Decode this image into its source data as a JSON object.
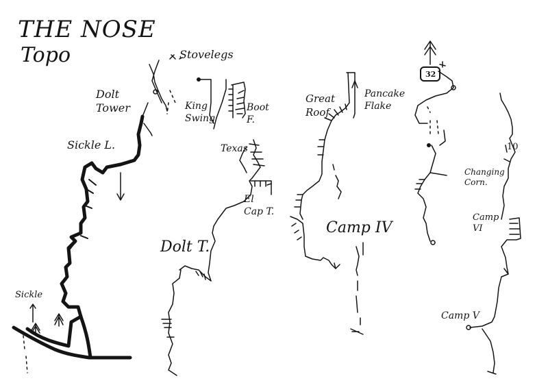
{
  "title": {
    "line1": "THE NOSE",
    "line2": "Topo"
  },
  "labels": {
    "stovelegs": "Stovelegs",
    "dolt_tower": "Dolt Tower",
    "king_swing": "King Swing",
    "boot_flake": "Boot F.",
    "great_roof": "Great Roof",
    "pancake_flake": "Pancake Flake",
    "sickle_ledge": "Sickle L.",
    "texas": "Texas",
    "el_cap_tower": "El Cap T.",
    "camp_iv": "Camp IV",
    "dolt_t": "Dolt T.",
    "changing_corners": "Changing Corn.",
    "camp_vi": "Camp VI",
    "sickle": "Sickle",
    "camp_v": "Camp V",
    "pitch_32": "32",
    "pitch_10": "10"
  },
  "colors": {
    "ink": "#141414",
    "paper": "#ffffff"
  },
  "icons": [
    "tree-icon",
    "anchor-icon",
    "arrow-icon"
  ]
}
